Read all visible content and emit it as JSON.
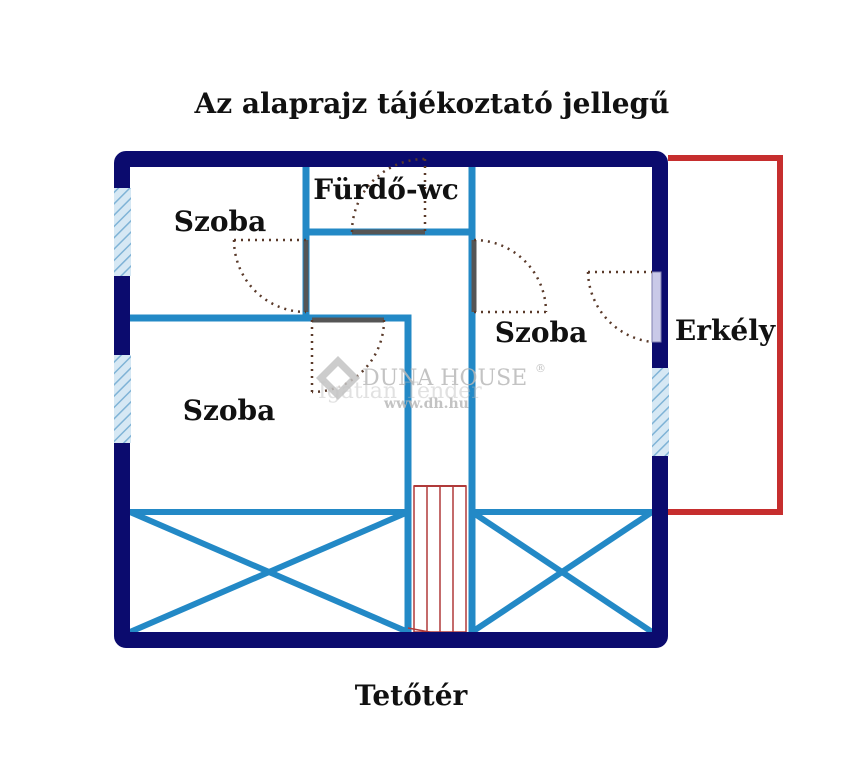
{
  "title": "Az alaprajz tájékoztató jellegű",
  "rooms": {
    "bathroom": "Fürdő-wc",
    "room_top_left": "Szoba",
    "room_left": "Szoba",
    "room_right": "Szoba",
    "balcony": "Erkély"
  },
  "floor_label": "Tetőtér",
  "watermark": {
    "brand": "DUNA HOUSE",
    "registered": "®",
    "url": "www.dh.hu",
    "overlay": "Igatlan Tender"
  },
  "colors": {
    "outer_wall": "#0b0b6e",
    "inner_wall": "#2389c6",
    "balcony": "#c62e2e",
    "window": "#a9cfe7",
    "door_swing": "#5a3a2a",
    "stair": "#b03a3a"
  }
}
